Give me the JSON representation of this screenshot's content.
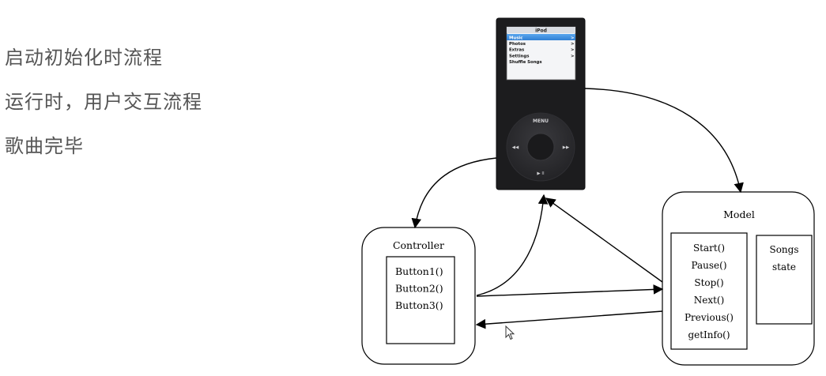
{
  "slide": {
    "bullets": [
      "启动初始化时流程",
      "运行时，用户交互流程",
      "歌曲完毕"
    ]
  },
  "ipod": {
    "screen_title": "iPod",
    "menu_items": [
      "Music",
      "Photos",
      "Extras",
      "Settings",
      "Shuffle Songs"
    ],
    "selected_index": 0,
    "wheel_menu": "MENU",
    "wheel_prev": "◀◀",
    "wheel_next": "▶▶",
    "wheel_play": "▶ II"
  },
  "controller": {
    "title": "Controller",
    "buttons": [
      "Button1()",
      "Button2()",
      "Button3()"
    ]
  },
  "model": {
    "title": "Model",
    "methods": [
      "Start()",
      "Pause()",
      "Stop()",
      "Next()",
      "Previous()",
      "getInfo()"
    ],
    "state_lines": [
      "Songs",
      "state"
    ]
  },
  "colors": {
    "ipod_body": "#1c1c1e",
    "screen_highlight": "#3b8de0",
    "bullet_text": "#555555"
  }
}
